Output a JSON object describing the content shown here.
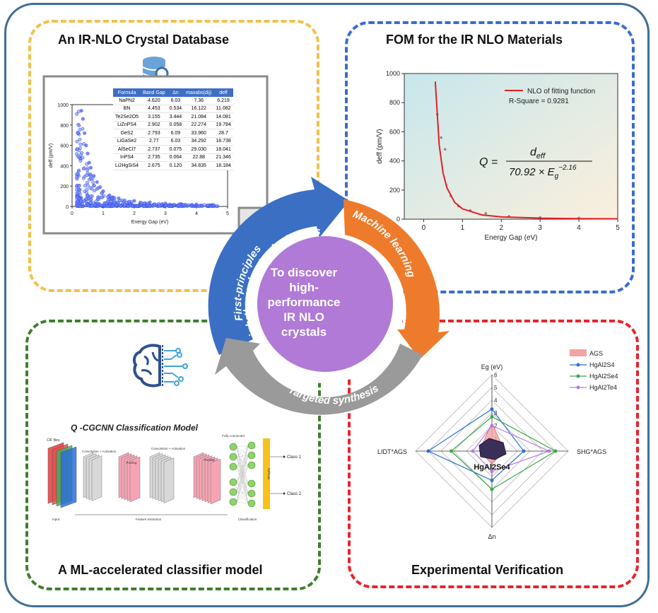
{
  "panels": {
    "top_left_title": "An IR-NLO Crystal Database",
    "top_right_title": "FOM for the IR NLO Materials",
    "bottom_left_title": "A ML-accelerated classifier model",
    "bottom_right_title": "Experimental Verification"
  },
  "center": {
    "text_lines": [
      "To discover",
      "high-",
      "performance",
      "IR NLO",
      "crystals"
    ]
  },
  "cycle": {
    "arc_left_line1": "First-principles",
    "arc_left_line2": "high-throughput calculations",
    "arc_right": "Machine learning",
    "arc_bottom": "Targeted synthesis"
  },
  "database": {
    "table_headers": [
      "Formula",
      "Band Gap",
      "Δn",
      "maxabs(dij)",
      "deff"
    ],
    "rows": [
      [
        "NaPN2",
        "4.620",
        "6.03",
        "7.36",
        "6.219"
      ],
      [
        "BN",
        "4.453",
        "0.534",
        "16.122",
        "11.082"
      ],
      [
        "Te2Se2O5",
        "3.155",
        "3.444",
        "21.084",
        "14.081"
      ],
      [
        "LiZnPS4",
        "2.902",
        "0.058",
        "22.274",
        "19.784"
      ],
      [
        "GeS2",
        "2.793",
        "6.09",
        "33.960",
        "28.7"
      ],
      [
        "LiGaSe2",
        "2.77",
        "6.03",
        "34.292",
        "18.738"
      ],
      [
        "AlSeCl7",
        "2.737",
        "0.075",
        "29.030",
        "18.041"
      ],
      [
        "InPS4",
        "2.735",
        "0.064",
        "22.88",
        "21.346"
      ],
      [
        "Li2HgSiS4",
        "2.675",
        "0.120",
        "34.835",
        "18.184"
      ]
    ],
    "scatter": {
      "xlabel": "Energy Gap (eV)",
      "ylabel": "deff (pm/V)",
      "xticks": [
        "0",
        "1",
        "2",
        "3",
        "4",
        "5"
      ],
      "yticks": [
        "0",
        "200",
        "400",
        "600",
        "800",
        "1000"
      ]
    }
  },
  "chart_data": [
    {
      "type": "scatter",
      "title": "",
      "xlabel": "Energy Gap (eV)",
      "ylabel": "deff (pm/V)",
      "xlim": [
        0,
        5
      ],
      "ylim": [
        0,
        1000
      ],
      "series": [
        {
          "name": "",
          "x": [
            0.3,
            0.35,
            0.4,
            0.45,
            0.5,
            0.55,
            0.6,
            0.7,
            0.8,
            0.9,
            1.0,
            1.2,
            1.5,
            2.0,
            2.5,
            3.0,
            3.5,
            4.0,
            4.5
          ],
          "y": [
            940,
            860,
            720,
            600,
            520,
            430,
            380,
            300,
            240,
            190,
            150,
            110,
            80,
            55,
            40,
            30,
            25,
            20,
            15
          ]
        }
      ]
    },
    {
      "type": "line",
      "title": "",
      "xlabel": "Energy Gap (eV)",
      "ylabel": "deff (pm/V)",
      "xlim": [
        -0.5,
        5
      ],
      "ylim": [
        0,
        1000
      ],
      "xticks": [
        "0",
        "1",
        "2",
        "3",
        "4",
        "5"
      ],
      "yticks": [
        "0",
        "200",
        "400",
        "600",
        "800",
        "1000"
      ],
      "legend": [
        "NLO of fitting function",
        "R-Square = 0.9281"
      ],
      "formula": {
        "lhs": "Q =",
        "num": "d",
        "num_sub": "eff",
        "den": "70.92 × E",
        "den_sub": "g",
        "den_exp": "−2.16"
      },
      "series": [
        {
          "name": "NLO of fitting function",
          "x": [
            0.3,
            0.4,
            0.5,
            0.6,
            0.8,
            1.0,
            1.5,
            2.0,
            3.0,
            4.0,
            5.0
          ],
          "y": [
            945,
            510,
            317,
            215,
            115,
            71,
            29,
            16,
            7,
            4,
            2.2
          ]
        },
        {
          "name": "",
          "x": [
            0.35,
            0.45,
            0.55,
            0.7,
            0.9,
            1.2,
            1.6,
            2.2,
            3.0,
            4.0
          ],
          "y": [
            720,
            560,
            480,
            160,
            90,
            60,
            40,
            20,
            12,
            8
          ]
        }
      ]
    },
    {
      "type": "radar",
      "axes": [
        "Eg (eV)",
        "SHG*AGS",
        "Δn",
        "LIDT*AGS"
      ],
      "ticks": [
        "1",
        "2",
        "3",
        "4",
        "5",
        "6"
      ],
      "rmax": 6,
      "series": [
        {
          "name": "AGS",
          "values": [
            2.2,
            1.0,
            1.0,
            1.0
          ],
          "color": "#f2a3a3"
        },
        {
          "name": "HgAl2S4",
          "values": [
            3.3,
            2.5,
            2.3,
            5.0
          ],
          "color": "#2f6fd6"
        },
        {
          "name": "HgAl2Se4",
          "values": [
            2.7,
            5.0,
            3.0,
            3.2
          ],
          "color": "#3aa84a"
        },
        {
          "name": "HgAl2Te4",
          "values": [
            2.0,
            4.5,
            1.6,
            1.5
          ],
          "color": "#b37ae0"
        }
      ],
      "label": "HgAl2Se4"
    }
  ],
  "classifier": {
    "title": "Q -CGCNN Classification Model",
    "input_label": "CIF files",
    "stage_labels": [
      "Convolution + Activation",
      "Pooling",
      "Convolution + Activation",
      "Pooling",
      "Fully connected"
    ],
    "section_labels": [
      "Input",
      "Feature extraction",
      "Classification"
    ],
    "output_bar": "Softmax",
    "class_labels": [
      "Class 1",
      "Class 2"
    ]
  },
  "colors": {
    "center_circle": "#b07ad6",
    "arc_blue": "#3a6fc4",
    "arc_orange": "#ee7b2c",
    "arc_gray": "#9a9a9a"
  }
}
